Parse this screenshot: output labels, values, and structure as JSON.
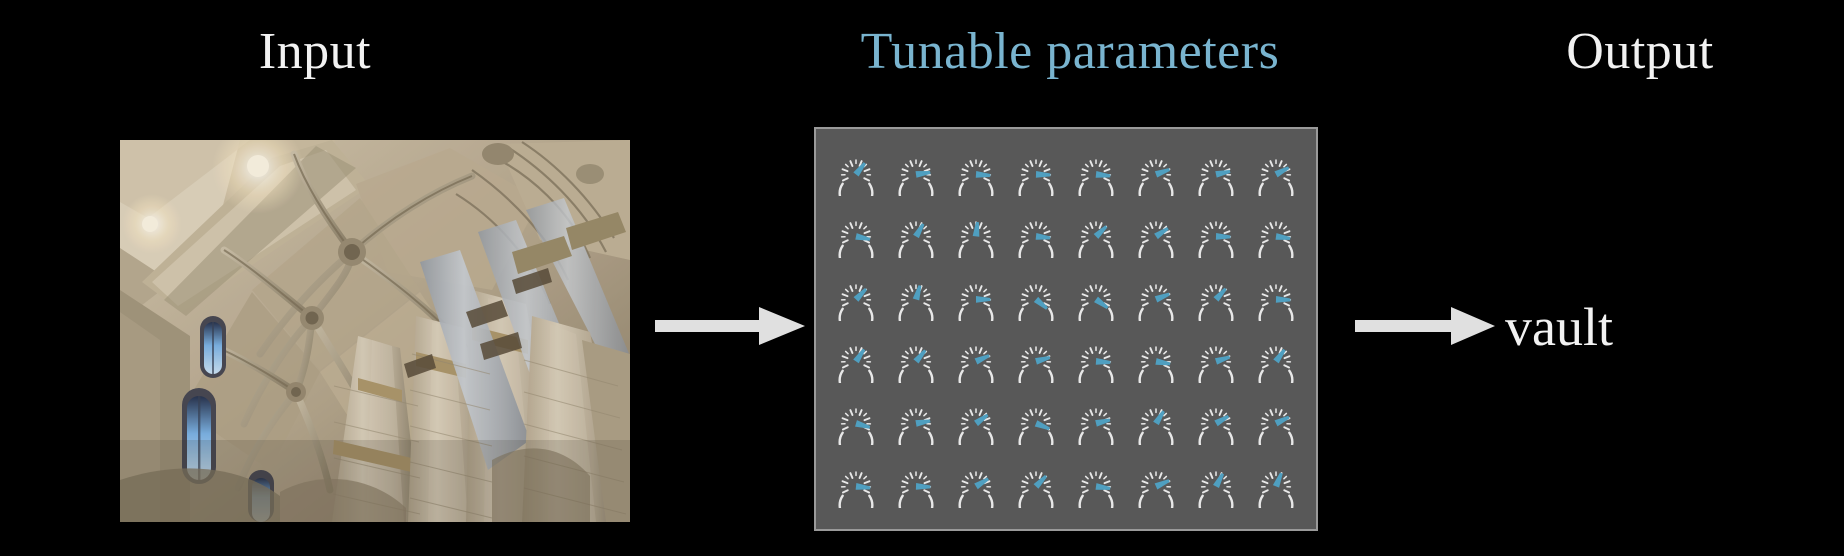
{
  "background_color": "#000000",
  "headings": {
    "input": "Input",
    "tunable_parameters": "Tunable parameters",
    "output": "Output"
  },
  "colors": {
    "heading_white": "#f2f2f2",
    "heading_blue": "#79b4cf",
    "panel_fill": "#585858",
    "panel_border": "#9a9a9a",
    "gauge_dial": "#e8e8e8",
    "gauge_needle": "#4f9fc0",
    "arrow": "#e0e0e0"
  },
  "input_image": {
    "alt": "photograph of a Gothic cathedral ribbed vault ceiling with stone columns and stained glass windows, viewed looking upward"
  },
  "arrows": {
    "first": "arrow-right",
    "second": "arrow-right"
  },
  "parameters_panel": {
    "columns": 8,
    "rows": 6,
    "total_gauges": 48,
    "needle_angles_deg": [
      -52,
      -8,
      4,
      2,
      6,
      -20,
      -12,
      -28,
      12,
      -60,
      -84,
      6,
      -44,
      -34,
      2,
      8,
      -46,
      -74,
      0,
      40,
      36,
      -22,
      -48,
      2,
      -56,
      -50,
      -24,
      -16,
      4,
      10,
      -18,
      -54,
      16,
      -10,
      -36,
      22,
      -14,
      -58,
      -30,
      -26,
      6,
      2,
      -32,
      -46,
      8,
      -24,
      -62,
      -68
    ]
  },
  "output": {
    "word": "vault"
  }
}
